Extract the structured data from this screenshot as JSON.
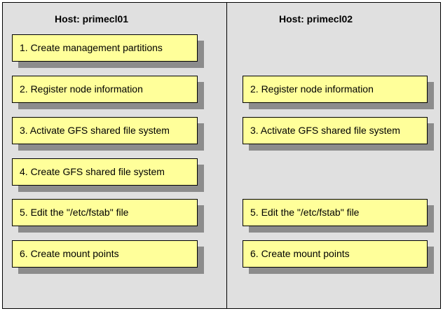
{
  "hosts": [
    {
      "title": "Host: primecl01",
      "steps": [
        "1. Create management partitions",
        "2. Register node information",
        "3. Activate GFS shared file system",
        "4. Create GFS shared file system",
        "5. Edit the \"/etc/fstab\" file",
        "6. Create mount points"
      ]
    },
    {
      "title": "Host: primecl02",
      "steps": [
        "2. Register node information",
        "3. Activate GFS shared file system",
        "5. Edit the \"/etc/fstab\" file",
        "6. Create mount points"
      ]
    }
  ],
  "colors": {
    "panel_background": "#e0e0e0",
    "step_fill": "#ffff9a",
    "step_shadow": "#8c8c8c",
    "border": "#000000"
  }
}
